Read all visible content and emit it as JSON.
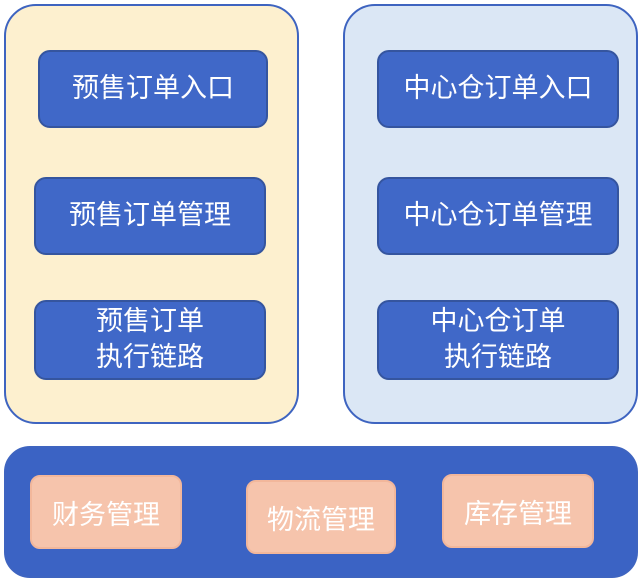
{
  "presale": {
    "entry": "预售订单入口",
    "management": "预售订单管理",
    "execution_line1": "预售订单",
    "execution_line2": "执行链路"
  },
  "central": {
    "entry": "中心仓订单入口",
    "management": "中心仓订单管理",
    "execution_line1": "中心仓订单",
    "execution_line2": "执行链路"
  },
  "shared": {
    "finance": "财务管理",
    "logistics": "物流管理",
    "inventory": "库存管理"
  },
  "colors": {
    "presale_panel": "#fdf0cf",
    "central_panel": "#dbe7f5",
    "module_blue": "#4068c8",
    "bottom_panel": "#3b63c4",
    "peach": "#f6c4ac"
  }
}
